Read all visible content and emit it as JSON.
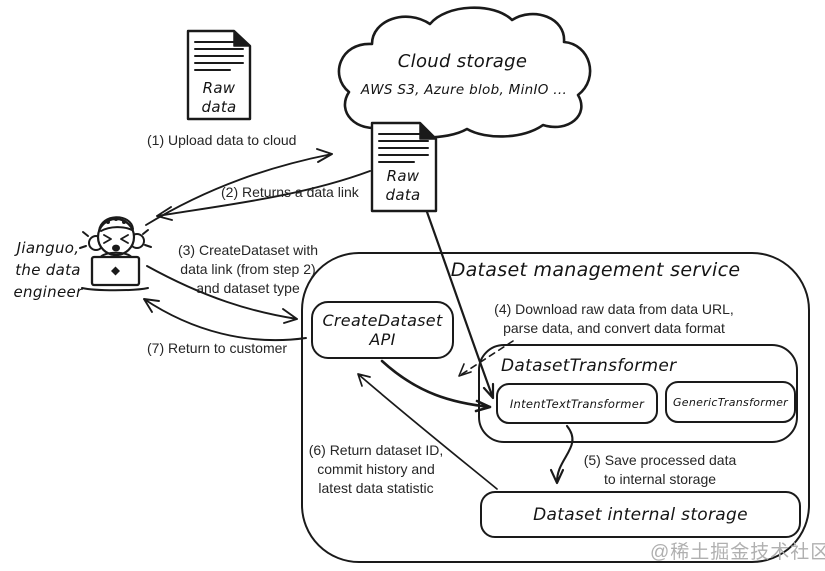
{
  "colors": {
    "ink": "#1a1a1a",
    "background": "#ffffff",
    "watermark_gray": "#b0b0b0"
  },
  "actor": {
    "name": [
      "Jianguo,",
      "the data",
      "engineer"
    ]
  },
  "cloud": {
    "title": "Cloud storage",
    "subtitle": "AWS S3, Azure blob, MinIO ..."
  },
  "documents": {
    "local_raw_data": [
      "Raw",
      "data"
    ],
    "cloud_raw_data": [
      "Raw",
      "data"
    ]
  },
  "steps": {
    "s1": [
      "(1) Upload data to cloud"
    ],
    "s2": [
      "(2) Returns a data link"
    ],
    "s3": [
      "(3) CreateDataset with",
      "data link (from step 2)",
      "and dataset type"
    ],
    "s4": [
      "(4) Download raw data from data URL,",
      "parse data, and convert data format"
    ],
    "s5": [
      "(5) Save processed data",
      "to internal storage"
    ],
    "s6": [
      "(6) Return dataset ID,",
      "commit history and",
      "latest data statistic"
    ],
    "s7": [
      "(7) Return to customer"
    ]
  },
  "service": {
    "title": "Dataset management service",
    "api_box": [
      "CreateDataset",
      "API"
    ],
    "transformer_box": {
      "title": "DatasetTransformer",
      "intent_text_transformer": "IntentTextTransformer",
      "generic_transformer": "GenericTransformer"
    },
    "storage_box": "Dataset internal storage"
  },
  "watermark": "@稀土掘金技术社区"
}
